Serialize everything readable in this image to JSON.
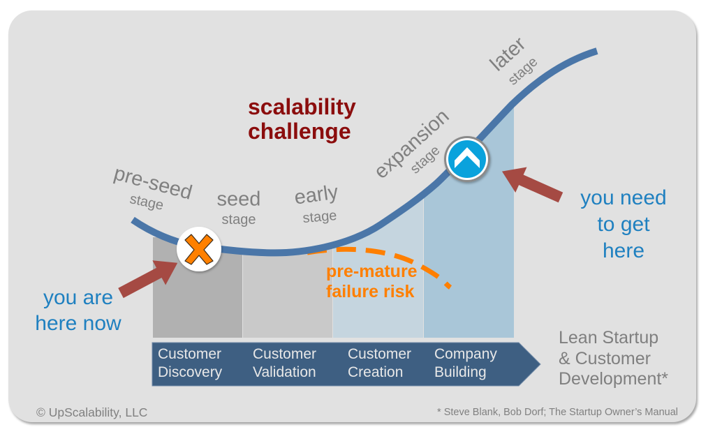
{
  "colors": {
    "curve": "#4a76a8",
    "arrow": "#a54a43",
    "text_blue": "#1f80c0",
    "title_red": "#8b0d0d",
    "risk_orange": "#ff7f00",
    "phase_bar": "#3e5f82",
    "marker_blue": "#0aa2dc"
  },
  "title": {
    "line1": "scalability",
    "line2": "challenge"
  },
  "stages": [
    {
      "name": "pre-seed",
      "sub": "stage"
    },
    {
      "name": "seed",
      "sub": "stage"
    },
    {
      "name": "early",
      "sub": "stage"
    },
    {
      "name": "expansion",
      "sub": "stage"
    },
    {
      "name": "later",
      "sub": "stage"
    }
  ],
  "risk_label": {
    "line1": "pre-mature",
    "line2": "failure risk"
  },
  "current_position": {
    "line1": "you are",
    "line2": "here now",
    "marker_icon": "x-mark-icon"
  },
  "target_position": {
    "line1": "you need",
    "line2": "to get",
    "line3": "here",
    "marker_icon": "up-chevron-icon"
  },
  "phases": [
    {
      "line1": "Customer",
      "line2": "Discovery"
    },
    {
      "line1": "Customer",
      "line2": "Validation"
    },
    {
      "line1": "Customer",
      "line2": "Creation"
    },
    {
      "line1": "Company",
      "line2": "Building"
    }
  ],
  "methodology": {
    "line1": "Lean Startup",
    "line2": "& Customer",
    "line3": "Development*"
  },
  "footer": {
    "copyright": "© UpScalability, LLC",
    "footnote": "* Steve Blank, Bob Dorf; The Startup Owner’s Manual"
  }
}
